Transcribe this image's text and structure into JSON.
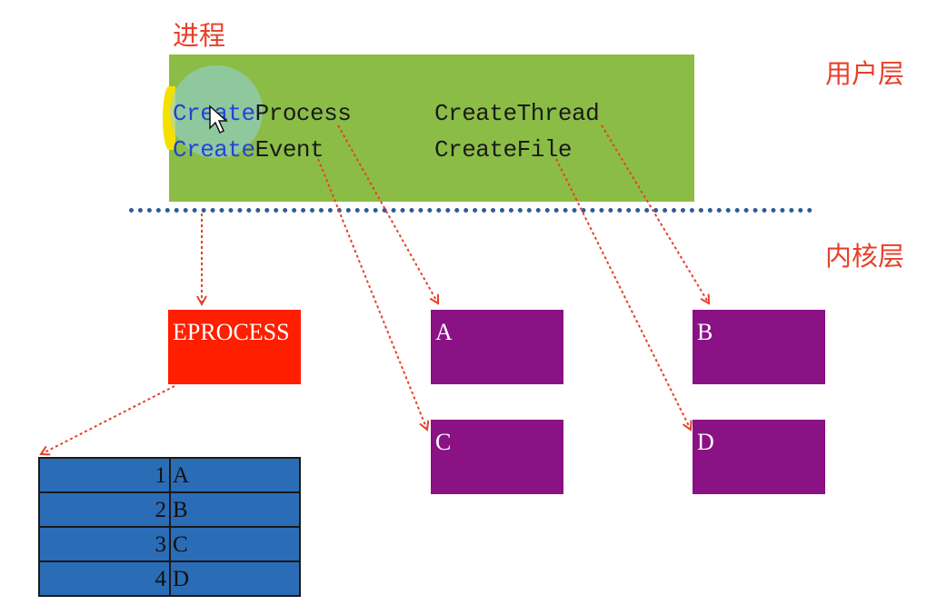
{
  "title": "进程",
  "layers": {
    "user": "用户层",
    "kernel": "内核层"
  },
  "apis": {
    "create_process": {
      "highlight": "Create",
      "rest": "Process"
    },
    "create_event": {
      "highlight": "Create",
      "rest": "Event"
    },
    "create_thread": "CreateThread",
    "create_file": "CreateFile"
  },
  "eprocess": "EPROCESS",
  "objects": {
    "a": "A",
    "b": "B",
    "c": "C",
    "d": "D"
  },
  "handle_table": [
    {
      "index": "1",
      "value": "A"
    },
    {
      "index": "2",
      "value": "B"
    },
    {
      "index": "3",
      "value": "C"
    },
    {
      "index": "4",
      "value": "D"
    }
  ],
  "colors": {
    "process_box": "#8bbd46",
    "eprocess_box": "#ff1e00",
    "object_box": "#8a1285",
    "handle_table": "#2b6cb7",
    "label_red": "#e8402a",
    "arrow_red": "#e8402a",
    "divider_blue": "#2d5b9a"
  }
}
